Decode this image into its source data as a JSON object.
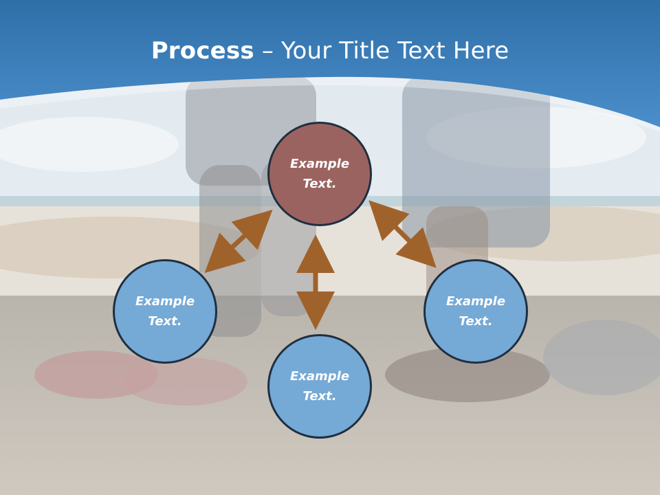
{
  "slide": {
    "title_bold": "Process",
    "title_rest": " – Your Title Text Here",
    "nodes": [
      {
        "id": "top",
        "label": "Example Text."
      },
      {
        "id": "left",
        "label": "Example Text."
      },
      {
        "id": "right",
        "label": "Example Text."
      },
      {
        "id": "bottom",
        "label": "Example Text."
      }
    ]
  },
  "colors": {
    "header_blue": "#3f86c6",
    "node_highlight": "#9b6360",
    "node_default": "#75a9d6",
    "arrow": "#a0622b"
  }
}
